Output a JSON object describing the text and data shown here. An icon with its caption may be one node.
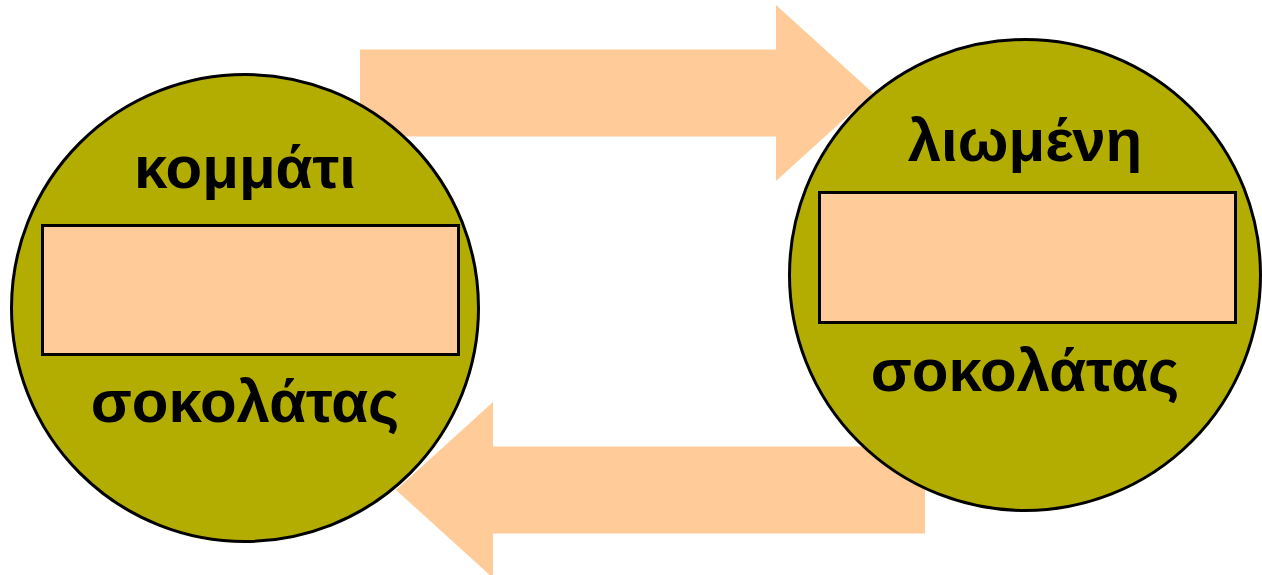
{
  "diagram": {
    "nodes": [
      {
        "text": [
          "κομμάτι",
          "σοκολάτας"
        ]
      },
      {
        "text": [],
        "shape": "box",
        "in": 0
      },
      {
        "text": [
          "λιωμένη",
          "σοκολάτας"
        ]
      },
      {
        "text": [],
        "shape": "box",
        "in": 2
      }
    ],
    "edges": [
      {
        "from": 0,
        "to": 2,
        "arrow": "to"
      },
      {
        "from": 2,
        "to": 0,
        "arrow": "to"
      }
    ]
  }
}
